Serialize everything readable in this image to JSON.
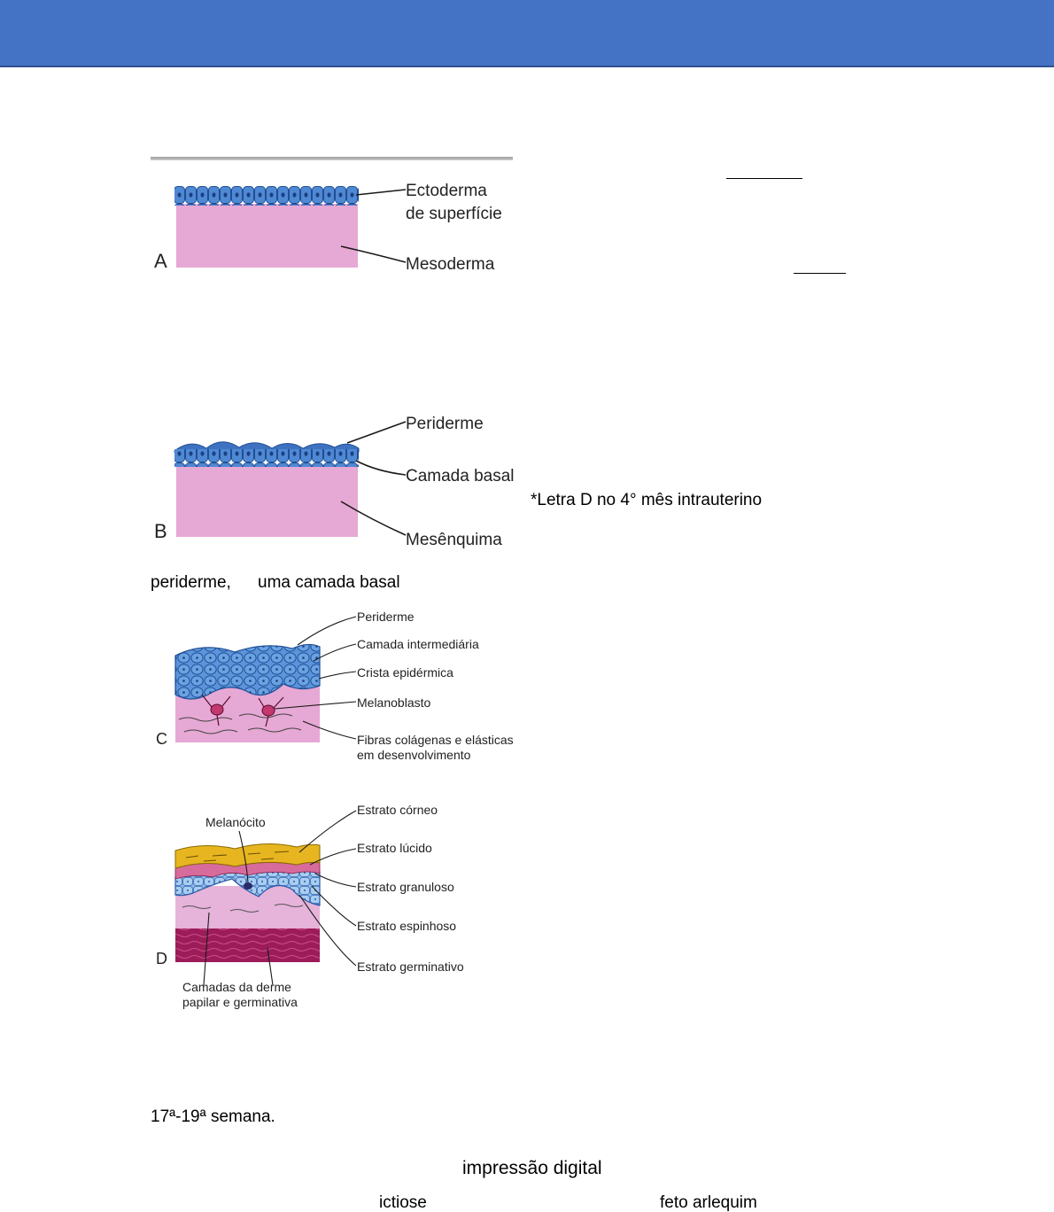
{
  "figure": {
    "panel_a": {
      "letter": "A",
      "labels": [
        "Ectoderma",
        "de superfície",
        "Mesoderma"
      ]
    },
    "panel_b": {
      "letter": "B",
      "labels": [
        "Periderme",
        "Camada basal",
        "Mesênquima"
      ]
    },
    "panel_c": {
      "letter": "C",
      "labels": [
        "Periderme",
        "Camada intermediária",
        "Crista epidérmica",
        "Melanoblasto",
        "Fibras colágenas e elásticas",
        "em desenvolvimento"
      ]
    },
    "panel_d": {
      "letter": "D",
      "labels": [
        "Melanócito",
        "Estrato córneo",
        "Estrato lúcido",
        "Estrato granuloso",
        "Estrato espinhoso",
        "Estrato germinativo",
        "Camadas da derme",
        "papilar e germinativa"
      ]
    }
  },
  "text": {
    "note_letter_d": "*Letra D no 4° mês intrauterino",
    "line_periderme": "periderme,",
    "line_camada_basal": "uma camada basal",
    "line_weeks": "17ª-19ª semana.",
    "term_impressao": "impressão digital",
    "term_ictiose": "ictiose",
    "term_feto": "feto arlequim"
  },
  "colors": {
    "header": "#4472c4",
    "mesoderm": "#e6a8d4",
    "cells": "#4f88d3",
    "stratum_corneum": "#e6b520",
    "dermis_dark": "#9c1c5a"
  }
}
